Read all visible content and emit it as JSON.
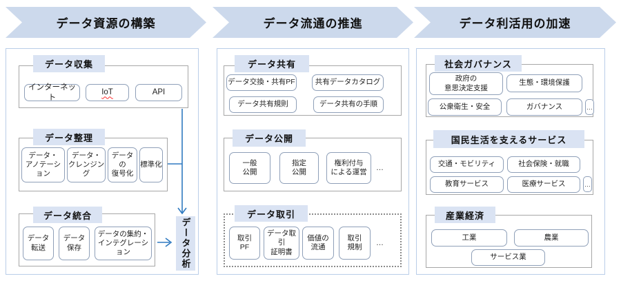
{
  "colors": {
    "accent_blue": "#2e79c0",
    "chevron_fill": "#ccd9ec",
    "label_fill": "#dae3f3",
    "panel_border": "#b9cde8",
    "group_border": "#a6a6a6",
    "item_border": "#8e9fb8"
  },
  "headers": [
    "データ資源の構築",
    "データ流通の推進",
    "データ利活用の加速"
  ],
  "panel1": {
    "collect": {
      "label": "データ収集",
      "items": [
        "インターネット",
        "IoT",
        "API"
      ]
    },
    "organize": {
      "label": "データ整理",
      "items": [
        "データ・\nアノテーション",
        "データ・\nクレンジング",
        "データの\n復号化",
        "標準化"
      ]
    },
    "integrate": {
      "label": "データ統合",
      "items": [
        "データ\n転送",
        "データ\n保存",
        "データの集約・\nインテグレーション"
      ]
    },
    "analysis": "データ分析"
  },
  "panel2": {
    "share": {
      "label": "データ共有",
      "items": [
        "データ交換・共有PF",
        "共有データカタログ",
        "データ共有規則",
        "データ共有の手順"
      ]
    },
    "publish": {
      "label": "データ公開",
      "items": [
        "一般\n公開",
        "指定\n公開",
        "権利付与\nによる運営"
      ],
      "more": "…"
    },
    "trade": {
      "label": "データ取引",
      "items": [
        "取引\nPF",
        "データ取引\n証明書",
        "価値の\n流通",
        "取引\n規制"
      ],
      "more": "…"
    }
  },
  "panel3": {
    "governance": {
      "label": "社会ガバナンス",
      "items": [
        "政府の\n意思決定支援",
        "生態・環境保護",
        "公衆衛生・安全",
        "ガバナンス"
      ],
      "more": "…"
    },
    "services": {
      "label": "国民生活を支えるサービス",
      "items": [
        "交通・モビリティ",
        "社会保険・就職",
        "教育サービス",
        "医療サービス"
      ],
      "more": "…"
    },
    "industry": {
      "label": "産業経済",
      "items": [
        "工業",
        "農業",
        "サービス業"
      ]
    }
  }
}
